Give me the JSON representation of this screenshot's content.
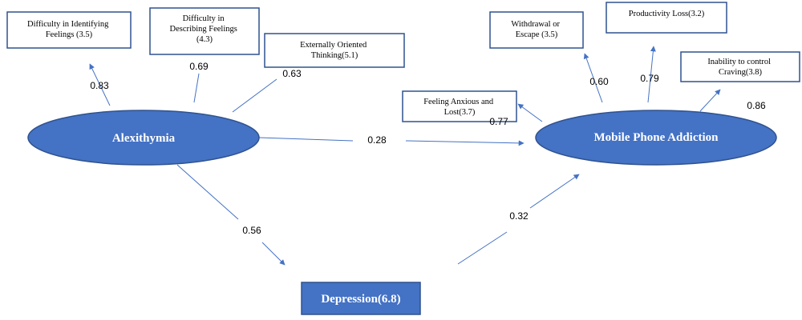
{
  "colors": {
    "accent": "#4472C4",
    "accent_dark": "#2F528F",
    "arrow": "#4472C4",
    "text": "#000000",
    "latent_text": "#ffffff"
  },
  "latents": {
    "alexithymia": "Alexithymia",
    "mpa": "Mobile Phone Addiction",
    "depression": "Depression(6.8)"
  },
  "indicators": {
    "dif": {
      "lines": [
        "Difficulty in Identifying",
        "Feelings (3.5)"
      ],
      "loading": "0.83"
    },
    "ddf": {
      "lines": [
        "Difficulty in",
        "Describing Feelings",
        "(4.3)"
      ],
      "loading": "0.69"
    },
    "eot": {
      "lines": [
        "Externally Oriented",
        "Thinking(5.1)"
      ],
      "loading": "0.63"
    },
    "withdrawal": {
      "lines": [
        "Withdrawal or",
        "Escape (3.5)"
      ],
      "loading": "0.60"
    },
    "productivity": {
      "lines": [
        "Productivity Loss(3.2)"
      ],
      "loading": "0.79"
    },
    "craving": {
      "lines": [
        "Inability to control",
        "Craving(3.8)"
      ],
      "loading": "0.86"
    },
    "anxious": {
      "lines": [
        "Feeling Anxious and",
        "Lost(3.7)"
      ],
      "loading": "0.77"
    }
  },
  "paths": {
    "alex_to_mpa": "0.28",
    "alex_to_dep": "0.56",
    "dep_to_mpa": "0.32"
  }
}
